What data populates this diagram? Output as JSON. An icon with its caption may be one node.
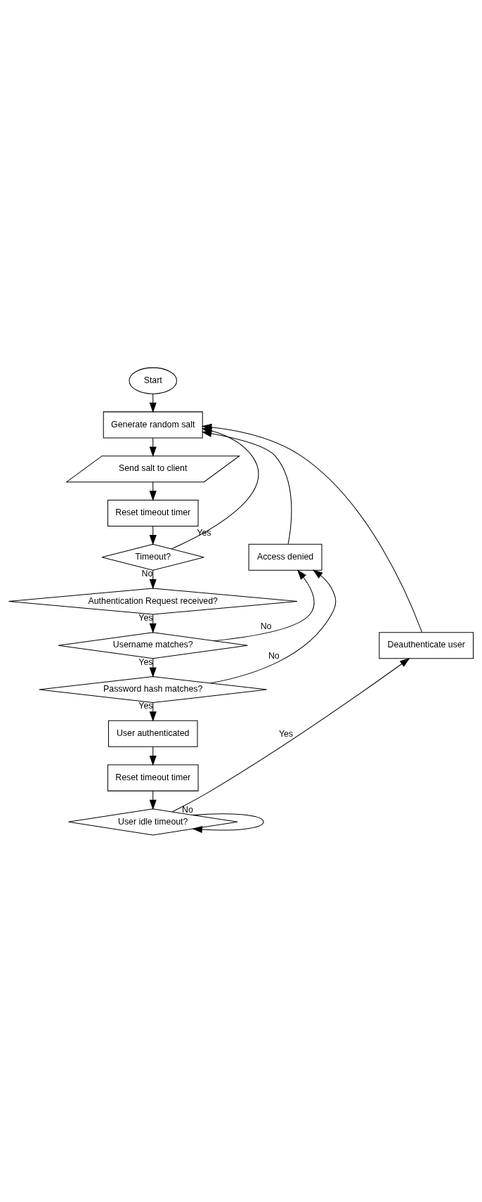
{
  "diagram": {
    "nodes": [
      {
        "text": [
          "Start"
        ]
      },
      {
        "text": [
          "Generate random salt"
        ]
      },
      {
        "text": [
          "Send salt to client"
        ]
      },
      {
        "text": [
          "Reset timeout timer"
        ]
      },
      {
        "text": [
          "Timeout?"
        ]
      },
      {
        "text": [
          "Authentication Request received?"
        ]
      },
      {
        "text": [
          "Username matches?"
        ]
      },
      {
        "text": [
          "Password hash matches?"
        ]
      },
      {
        "text": [
          "User authenticated"
        ]
      },
      {
        "text": [
          "Reset timeout timer"
        ]
      },
      {
        "text": [
          "User idle timeout?"
        ]
      },
      {
        "text": [
          "Access denied"
        ]
      },
      {
        "text": [
          "Deauthenticate user"
        ]
      }
    ],
    "edges": [
      {
        "from": 0,
        "to": 1,
        "arrow": "to"
      },
      {
        "from": 1,
        "to": 2,
        "arrow": "to"
      },
      {
        "from": 2,
        "to": 3,
        "arrow": "to"
      },
      {
        "from": 3,
        "to": 4,
        "arrow": "to"
      },
      {
        "from": 4,
        "to": 1,
        "arrow": "to",
        "label": "Yes"
      },
      {
        "from": 4,
        "to": 5,
        "arrow": "to",
        "label": "No"
      },
      {
        "from": 5,
        "to": 6,
        "arrow": "to",
        "label": "Yes"
      },
      {
        "from": 6,
        "to": 11,
        "arrow": "to",
        "label": "No"
      },
      {
        "from": 6,
        "to": 7,
        "arrow": "to",
        "label": "Yes"
      },
      {
        "from": 7,
        "to": 11,
        "arrow": "to",
        "label": "No"
      },
      {
        "from": 7,
        "to": 8,
        "arrow": "to",
        "label": "Yes"
      },
      {
        "from": 8,
        "to": 9,
        "arrow": "to"
      },
      {
        "from": 9,
        "to": 10,
        "arrow": "to"
      },
      {
        "from": 10,
        "to": 12,
        "arrow": "to",
        "label": "Yes"
      },
      {
        "from": 12,
        "to": 1,
        "arrow": "to"
      },
      {
        "from": 11,
        "to": 1,
        "arrow": "to"
      },
      {
        "from": 10,
        "to": 10,
        "arrow": "to",
        "label": "No"
      }
    ]
  }
}
